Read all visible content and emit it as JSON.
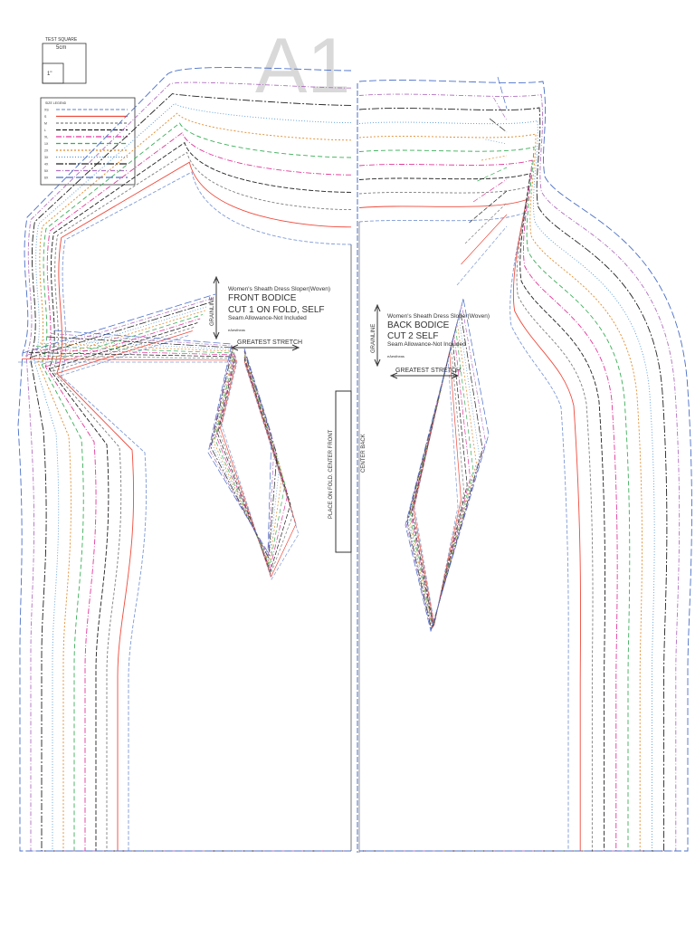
{
  "sheet": {
    "watermark": "A1"
  },
  "test_square": {
    "title": "TEST SQUARE",
    "metric": "5cm",
    "imperial": "1\""
  },
  "size_legend": {
    "heading": "SIZE LEGEND",
    "sizes": [
      {
        "label": "XS",
        "color": "#7f9ad6",
        "dash": "4 2"
      },
      {
        "label": "S",
        "color": "#ef4a3c",
        "dash": ""
      },
      {
        "label": "M",
        "color": "#7f7f7f",
        "dash": "3 2"
      },
      {
        "label": "L",
        "color": "#222222",
        "dash": "5 2"
      },
      {
        "label": "XL",
        "color": "#e0389a",
        "dash": "6 2 1 2"
      },
      {
        "label": "1X",
        "color": "#3dae5a",
        "dash": "5 3"
      },
      {
        "label": "2X",
        "color": "#e08a2c",
        "dash": "2 2"
      },
      {
        "label": "3X",
        "color": "#5b9bd5",
        "dash": "1 2"
      },
      {
        "label": "4X",
        "color": "#222222",
        "dash": "8 2 2 2"
      },
      {
        "label": "5X",
        "color": "#b070c0",
        "dash": "5 2 1 2"
      },
      {
        "label": "6X",
        "color": "#4a6fc8",
        "dash": "8 3"
      }
    ]
  },
  "front_piece": {
    "title": "Women's Sheath Dress Sloper(Woven)",
    "name": "FRONT BODICE",
    "cut": "CUT 1 ON FOLD, SELF",
    "seam_note": "Seam Allowance-Not Included",
    "small_note": "eAestheas",
    "grainline": "GRAINLINE",
    "stretch": "GREATEST STRETCH",
    "fold": "PLACE ON FOLD. CENTER FRONT"
  },
  "back_piece": {
    "title": "Women's Sheath Dress Sloper(Woven)",
    "name": "BACK BODICE",
    "cut": "CUT 2 SELF",
    "seam_note": "Seam Allowance-Not Included",
    "small_note": "eAestheas",
    "grainline": "GRAINLINE",
    "stretch": "GREATEST STRETCH",
    "center": "CENTER BACK"
  }
}
